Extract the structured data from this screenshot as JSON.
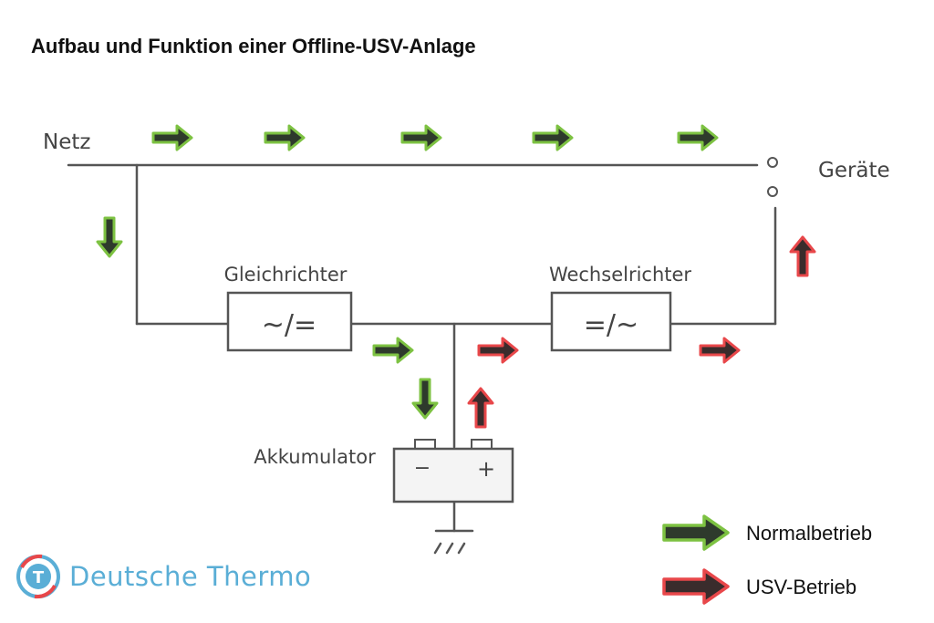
{
  "title": "Aufbau und Funktion einer Offline-USV-Anlage",
  "labels": {
    "netz": "Netz",
    "geraete": "Geräte",
    "gleichrichter": "Gleichrichter",
    "gleichrichter_symbol": "~/=",
    "wechselrichter": "Wechselrichter",
    "wechselrichter_symbol": "=/~",
    "akkumulator": "Akkumulator",
    "battery_minus": "−",
    "battery_plus": "+"
  },
  "legend": {
    "normal": "Normalbetrieb",
    "usv": "USV-Betrieb"
  },
  "brand": {
    "name": "Deutsche Thermo",
    "logo_letter": "T"
  },
  "colors": {
    "normal_arrow_fill": "#2e3a2c",
    "normal_arrow_outline": "#7dc242",
    "usv_arrow_fill": "#3a2c2c",
    "usv_arrow_outline": "#e8474a",
    "line": "#555555",
    "brand": "#5aaed6"
  }
}
